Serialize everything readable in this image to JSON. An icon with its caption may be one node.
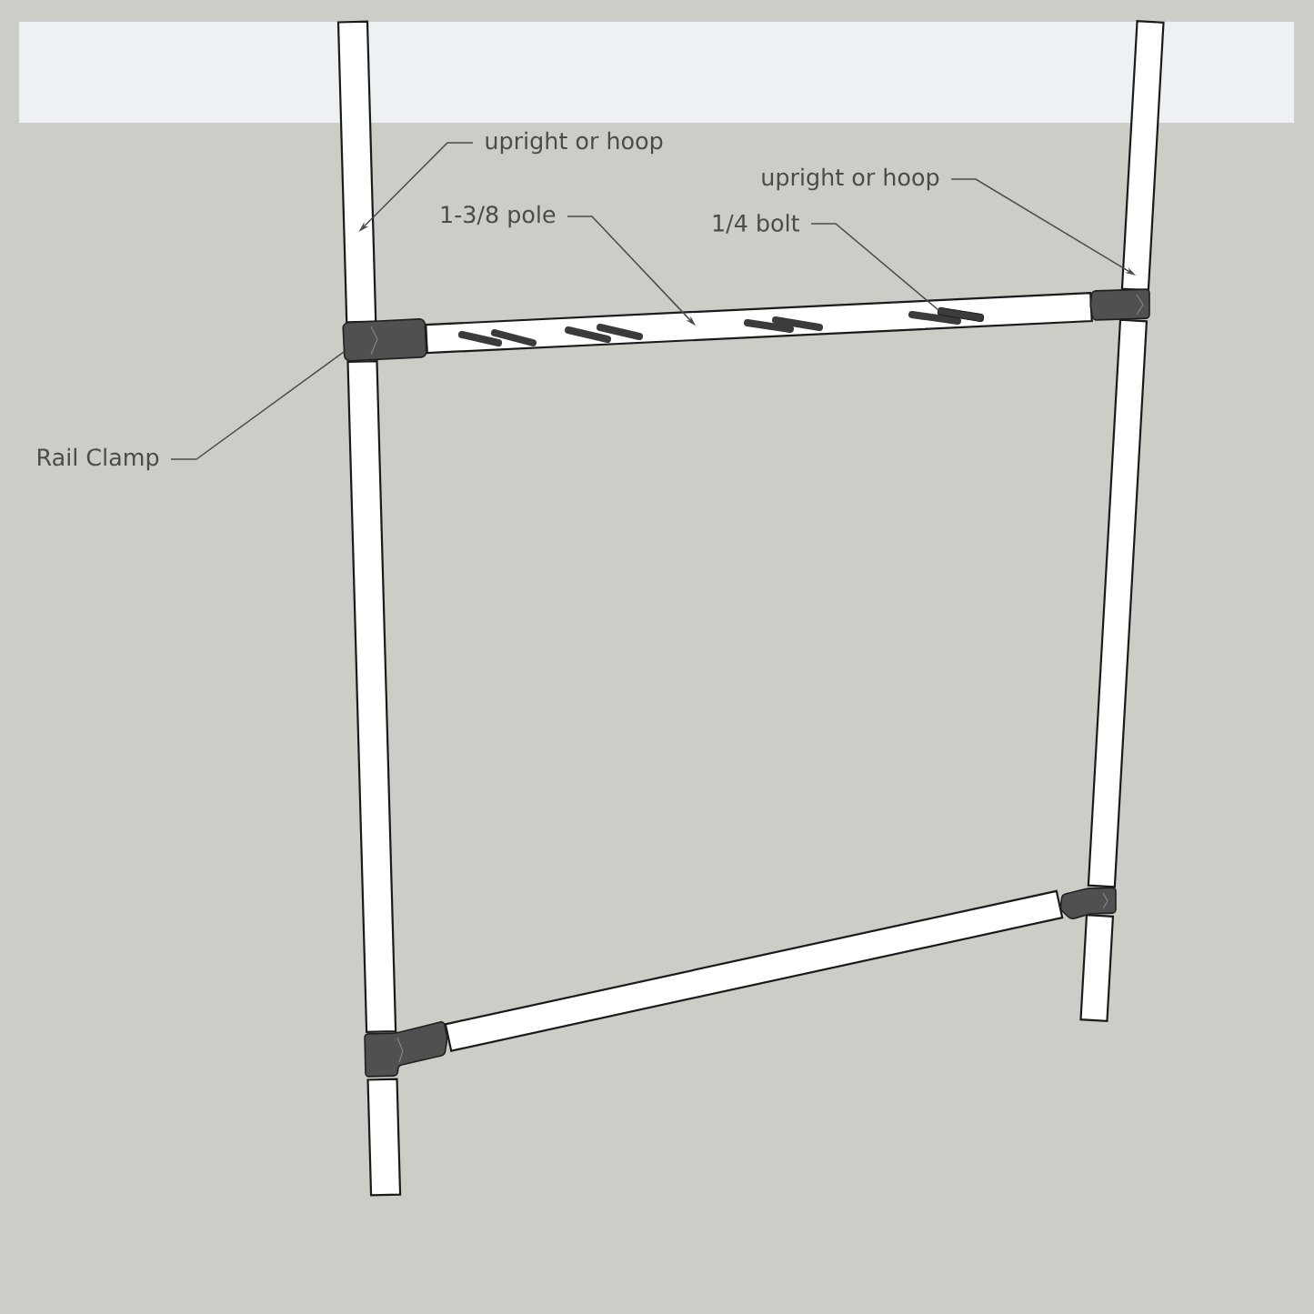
{
  "diagram": {
    "nodes": [
      {
        "text": [],
        "shape": "bar"
      },
      {
        "text": [
          "upright or hoop"
        ]
      },
      {
        "text": [
          "upright or hoop"
        ]
      },
      {
        "text": [
          "1-3/8 pole"
        ]
      },
      {
        "text": [
          "1/4 bolt"
        ]
      },
      {
        "text": [
          "Rail Clamp"
        ]
      },
      {
        "text": [],
        "shape": "bar"
      },
      {
        "text": [],
        "shape": "bar"
      },
      {
        "text": [],
        "shape": "bar"
      },
      {
        "text": [],
        "shape": "bar",
        "in": 8
      },
      {
        "text": [],
        "shape": "box"
      },
      {
        "text": [],
        "shape": "bar"
      },
      {
        "text": [],
        "shape": "bar"
      },
      {
        "text": [],
        "shape": "bar"
      },
      {
        "text": [],
        "shape": "bar"
      },
      {
        "text": [],
        "shape": "bar"
      }
    ],
    "edges": [
      {
        "from": 1,
        "to": 6,
        "arrow": "to"
      },
      {
        "from": 2,
        "to": 7,
        "arrow": "to"
      },
      {
        "from": 3,
        "to": 8,
        "arrow": "to"
      },
      {
        "from": 4,
        "to": 9,
        "arrow": "none"
      },
      {
        "from": 5,
        "to": 10,
        "arrow": "none"
      }
    ]
  }
}
